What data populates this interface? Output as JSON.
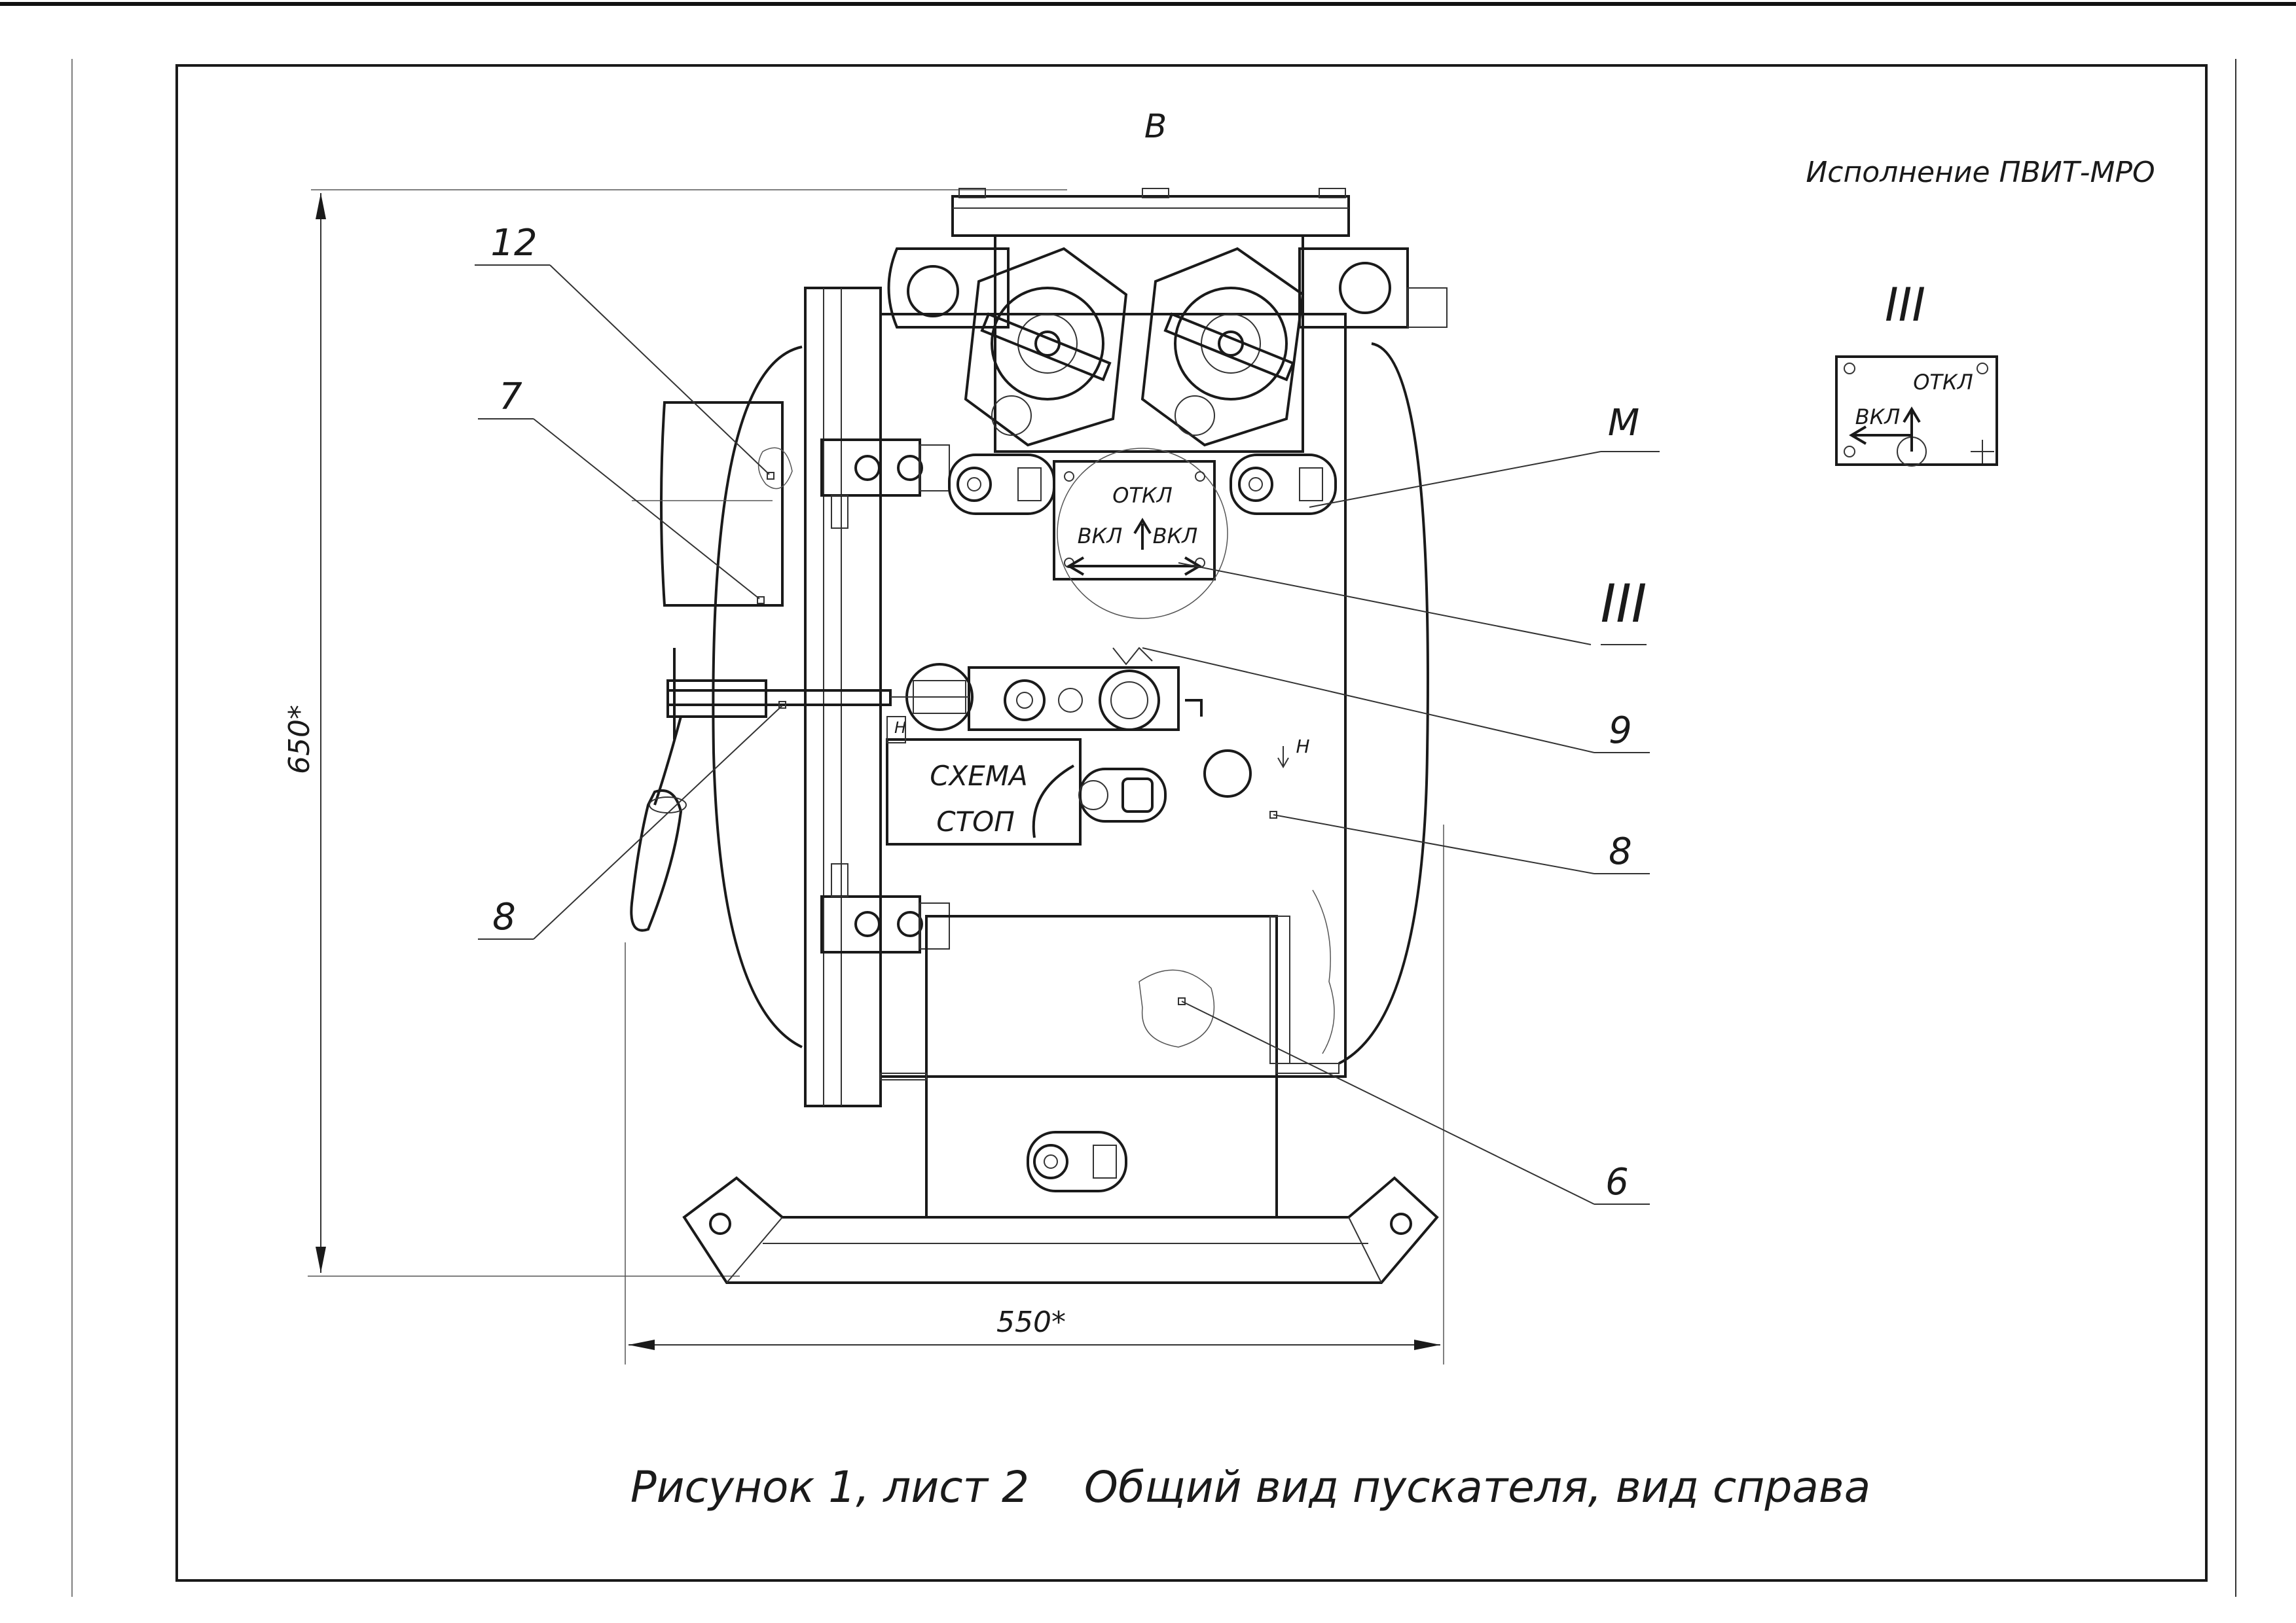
{
  "view_letter": "В",
  "variant_title": "Исполнение ПВИТ-МРО",
  "section_mark": "III",
  "inset_plate": {
    "label_off": "ОТКЛ",
    "label_on": "ВКЛ"
  },
  "main_plate": {
    "label_off": "ОТКЛ",
    "label_on_left": "ВКЛ",
    "label_on_right": "ВКЛ"
  },
  "section_mark_right": "III",
  "scheme_plate": {
    "line1": "СХЕМА",
    "line2": "СТОП"
  },
  "small_mark_h1": "Н",
  "small_mark_h2": "Н",
  "dimensions": {
    "height": "650*",
    "width": "550*"
  },
  "leaders": {
    "l12": "12",
    "l7": "7",
    "l8_left": "8",
    "lM": "М",
    "l9": "9",
    "l8_right": "8",
    "l6": "6"
  },
  "caption": "Рисунок 1, лист 2    Общий вид пускателя, вид справа"
}
